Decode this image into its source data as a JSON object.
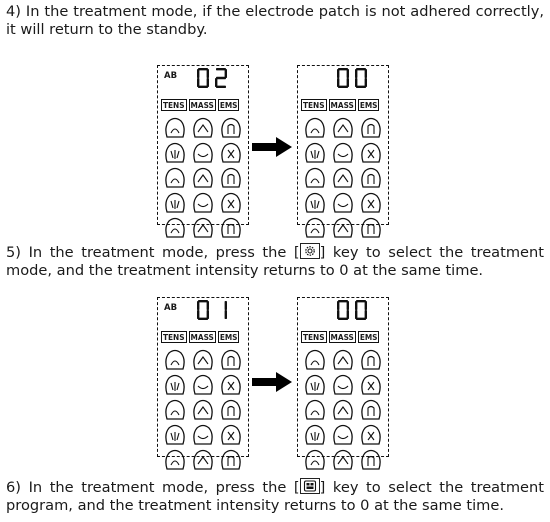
{
  "paragraphs": {
    "p4": "4) In the treatment mode, if the electrode patch is not adhered correctly, it will return to the standby.",
    "p5_a": "5) In the treatment mode, press the [",
    "p5_b": "] key to select the treatment mode, and the treatment intensity returns to 0 at the same time.",
    "p6_a": "6)  In the treatment mode, press the [",
    "p6_b": "] key to select the treatment program, and the treatment intensity returns to 0 at the same time."
  },
  "figures": [
    {
      "before": {
        "ab": "AB",
        "digits": "02"
      },
      "after": {
        "ab": "",
        "digits": "00"
      }
    },
    {
      "before": {
        "ab": "AB",
        "digits": "01"
      },
      "after": {
        "ab": "",
        "digits": "00"
      }
    }
  ],
  "modes": [
    "TENS",
    "MASS",
    "EMS"
  ],
  "icons": {
    "mode_key": "gear-key-icon",
    "program_key": "program-key-icon",
    "arrow": "right-arrow-icon"
  }
}
